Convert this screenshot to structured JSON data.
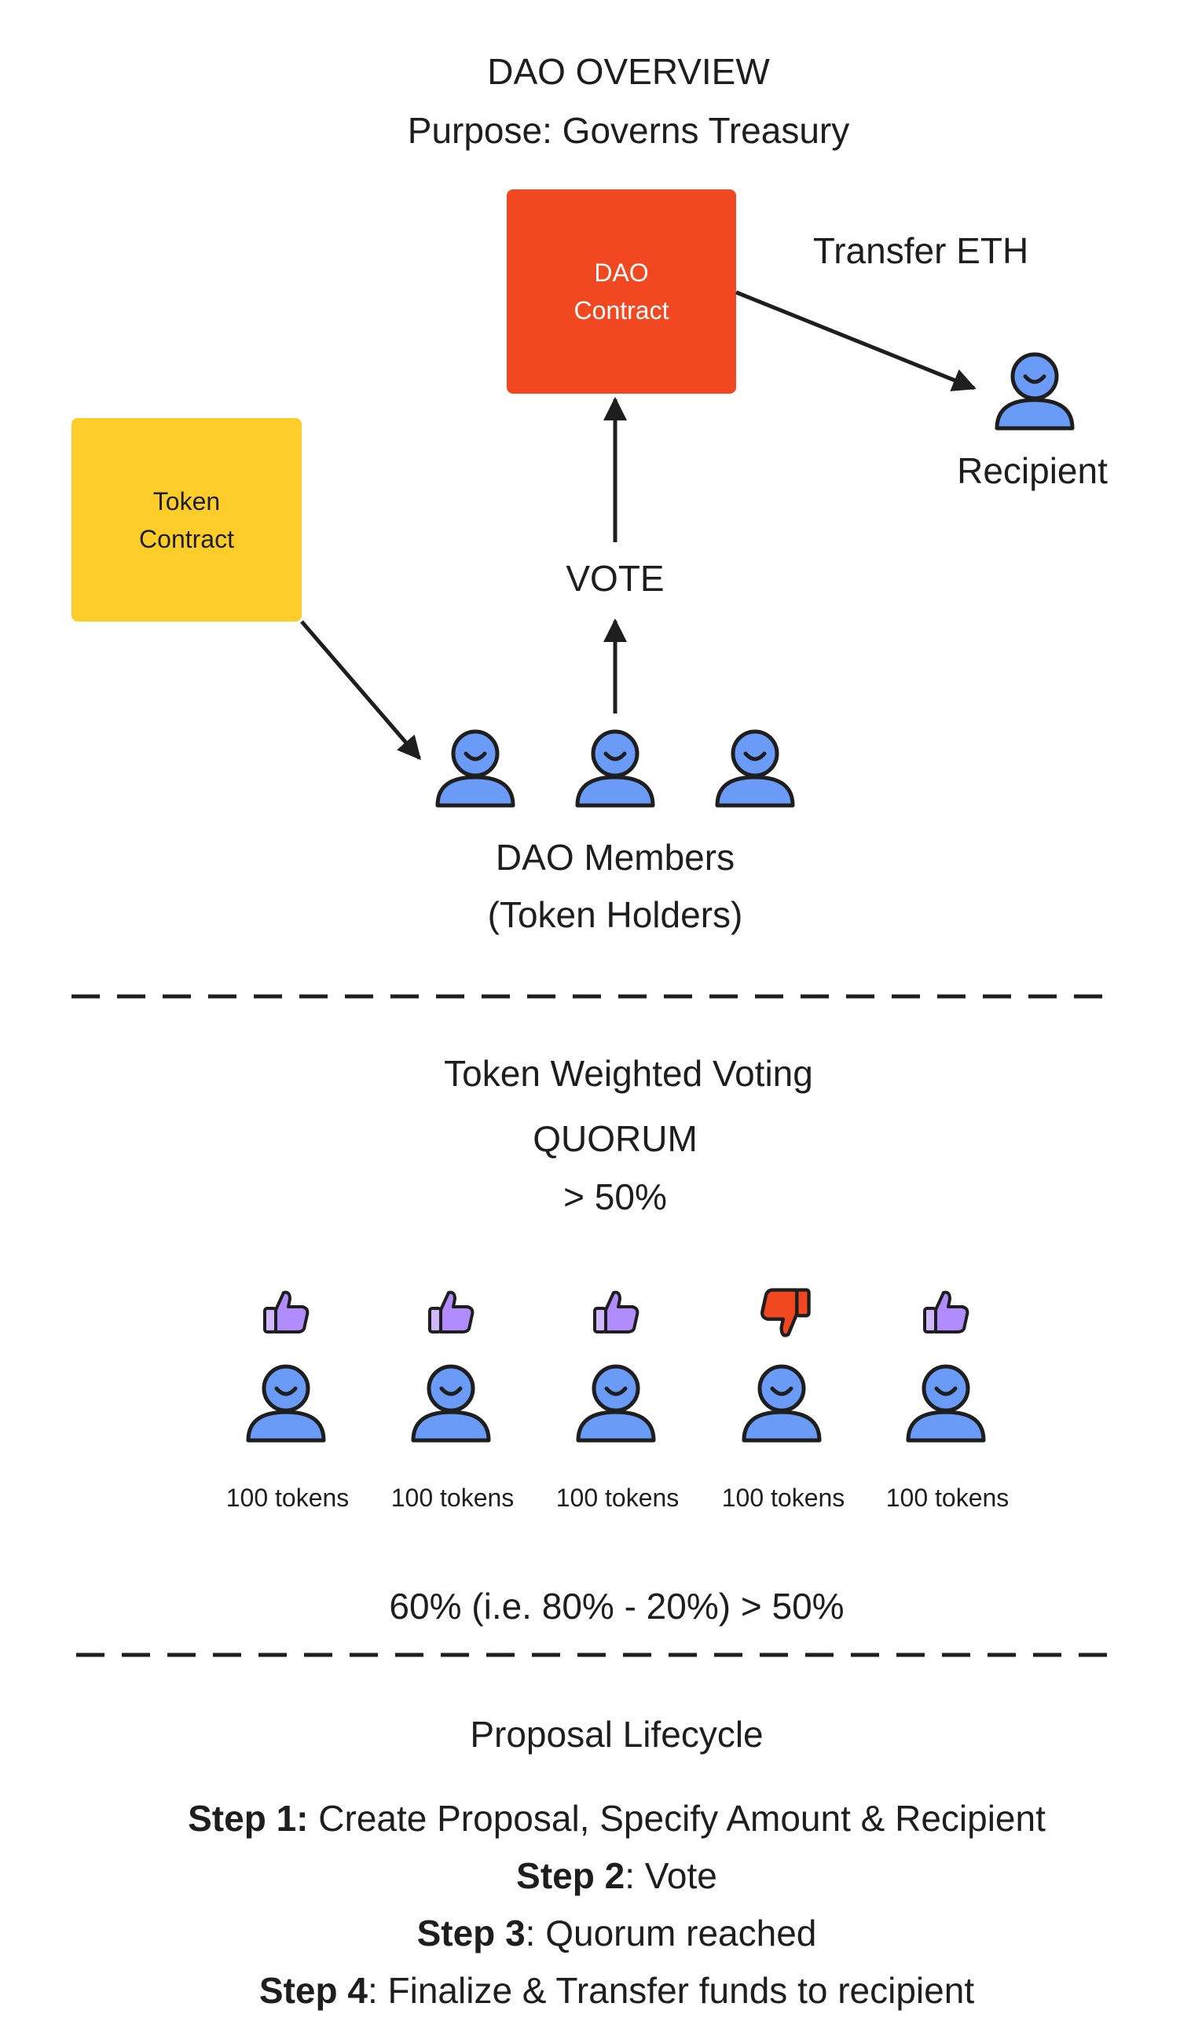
{
  "overview": {
    "title": "DAO OVERVIEW",
    "purpose": "Purpose: Governs Treasury"
  },
  "dao_contract": {
    "line1": "DAO",
    "line2": "Contract",
    "color": "#f24822"
  },
  "token_contract": {
    "line1": "Token",
    "line2": "Contract",
    "color": "#ffcd29"
  },
  "transfer_label": "Transfer ETH",
  "recipient_label": "Recipient",
  "vote_label": "VOTE",
  "members": {
    "line1": "DAO Members",
    "line2": "(Token Holders)"
  },
  "voting": {
    "title": "Token Weighted Voting",
    "quorum_label": "QUORUM",
    "quorum_value": "> 50%",
    "voters": [
      {
        "tokens": "100 tokens",
        "vote": "thumbs-up-icon"
      },
      {
        "tokens": "100 tokens",
        "vote": "thumbs-up-icon"
      },
      {
        "tokens": "100 tokens",
        "vote": "thumbs-up-icon"
      },
      {
        "tokens": "100 tokens",
        "vote": "thumbs-down-icon"
      },
      {
        "tokens": "100 tokens",
        "vote": "thumbs-up-icon"
      }
    ],
    "result": "60% (i.e. 80% - 20%) > 50%"
  },
  "lifecycle": {
    "title": "Proposal Lifecycle",
    "steps": [
      {
        "label": "Step 1:",
        "text": " Create Proposal, Specify Amount & Recipient"
      },
      {
        "label": "Step 2",
        "text": ": Vote"
      },
      {
        "label": "Step 3",
        "text": ": Quorum reached"
      },
      {
        "label": "Step 4",
        "text": ": Finalize & Transfer funds to recipient"
      }
    ]
  },
  "colors": {
    "person": "#699bf7",
    "thumb_up": "#9747ff",
    "thumb_down": "#f24822",
    "ink": "#1e1e1e"
  }
}
